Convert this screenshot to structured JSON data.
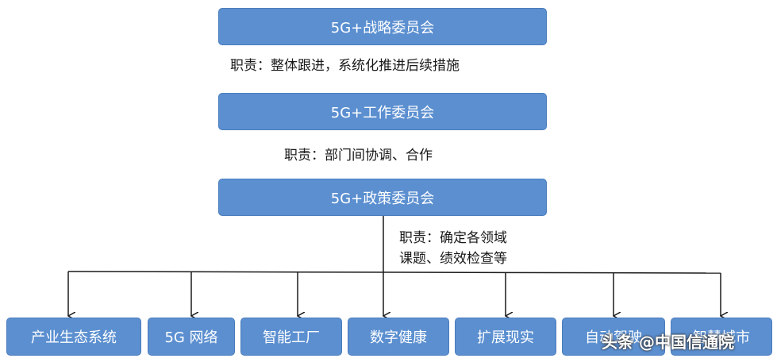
{
  "top": {
    "strategy": "5G+战略委员会",
    "strategy_duty": "职责：整体跟进，系统化推进后续措施",
    "work": "5G+工作委员会",
    "work_duty": "职责：部门间协调、合作",
    "policy": "5G+政策委员会",
    "policy_duty_line1": "职责：确定各领域",
    "policy_duty_line2": "课题、绩效检查等"
  },
  "domains": [
    "产业生态系统",
    "5G 网络",
    "智能工厂",
    "数字健康",
    "扩展现实",
    "自动驾驶",
    "智慧城市"
  ],
  "watermark": "头条 @中国信通院",
  "colors": {
    "box_fill": "#5b8fd0",
    "box_border": "#4a7cbc",
    "box_text": "#ffffff",
    "line": "#1a1a1a"
  }
}
